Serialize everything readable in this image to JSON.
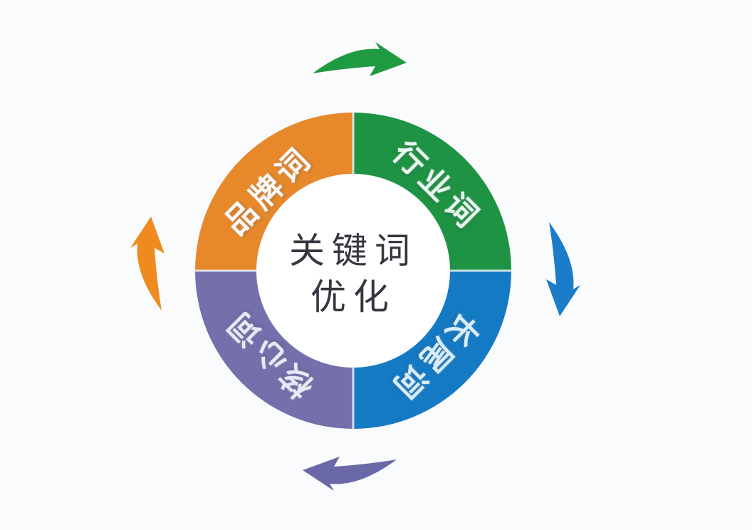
{
  "background": "#fafbfd",
  "center": {
    "line1": "关键词",
    "line2": "优化"
  },
  "segments": [
    {
      "id": "brand",
      "label": "品牌词",
      "color": "#E7882B",
      "position": "top-left"
    },
    {
      "id": "industry",
      "label": "行业词",
      "color": "#1E9343",
      "position": "top-right"
    },
    {
      "id": "longtail",
      "label": "长尾词",
      "color": "#157AC4",
      "position": "bottom-right"
    },
    {
      "id": "core",
      "label": "核心词",
      "color": "#7370AC",
      "position": "bottom-left"
    }
  ],
  "arrows": [
    {
      "id": "top",
      "direction": "clockwise-right",
      "color": "#1E9A40"
    },
    {
      "id": "right",
      "direction": "clockwise-down",
      "color": "#1B7CC9"
    },
    {
      "id": "bottom",
      "direction": "clockwise-left",
      "color": "#6B68A7"
    },
    {
      "id": "left",
      "direction": "clockwise-up",
      "color": "#EE8A1E"
    }
  ],
  "divider_color": "#EAF2F8"
}
